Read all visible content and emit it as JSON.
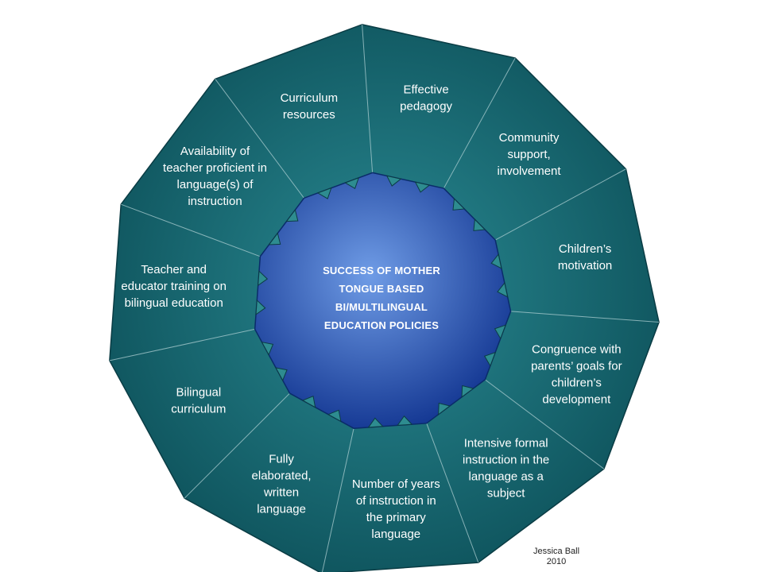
{
  "center": {
    "lines": [
      "SUCCESS OF MOTHER",
      "TONGUE BASED",
      "BI/MULTILINGUAL",
      "EDUCATION POLICIES"
    ]
  },
  "segments": [
    {
      "lines": [
        "Effective",
        "pedagogy"
      ]
    },
    {
      "lines": [
        "Community",
        "support,",
        "involvement"
      ]
    },
    {
      "lines": [
        "Children’s",
        "motivation"
      ]
    },
    {
      "lines": [
        "Congruence with",
        "parents’ goals for",
        "children’s",
        "development"
      ]
    },
    {
      "lines": [
        "Intensive formal",
        "instruction in the",
        "language as a",
        "subject"
      ]
    },
    {
      "lines": [
        "Number of years",
        "of instruction in",
        "the primary",
        "language"
      ]
    },
    {
      "lines": [
        "Fully",
        "elaborated,",
        "written",
        "language"
      ]
    },
    {
      "lines": [
        "Bilingual",
        "curriculum"
      ]
    },
    {
      "lines": [
        "Teacher and",
        "educator training on",
        "bilingual education"
      ]
    },
    {
      "lines": [
        "Availability of",
        "teacher proficient in",
        "language(s) of",
        "instruction"
      ]
    },
    {
      "lines": [
        "Curriculum",
        "resources"
      ]
    }
  ],
  "credit": {
    "name": "Jessica Ball",
    "year": "2010"
  },
  "colors": {
    "outer_light": "#2a8a93",
    "outer_dark": "#0c4f58",
    "inner_light": "#6f9ce6",
    "inner_dark": "#10338f",
    "arrow": "#2e8c90",
    "divider": "#b8d6d8"
  }
}
